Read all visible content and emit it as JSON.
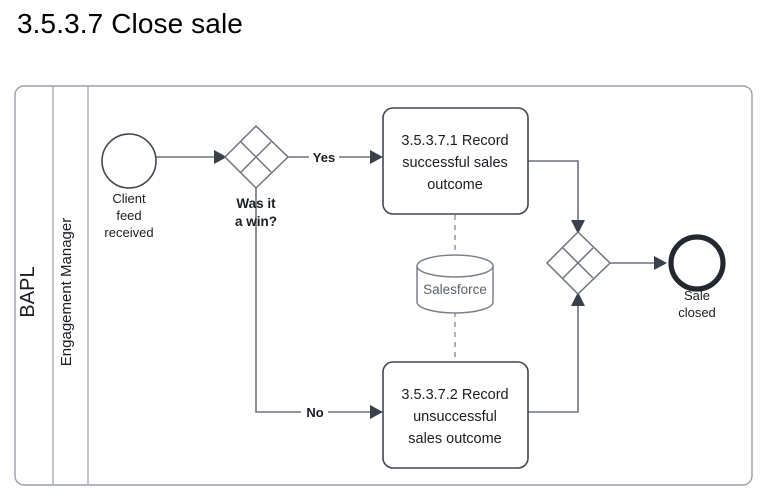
{
  "page": {
    "title": "3.5.3.7 Close sale"
  },
  "diagram": {
    "type": "bpmn-process",
    "pool": {
      "label": "BAPL",
      "lane": {
        "label": "Engagement Manager"
      }
    },
    "nodes": {
      "start_event": {
        "kind": "start-event",
        "label_line1": "Client",
        "label_line2": "feed",
        "label_line3": "received"
      },
      "decision_gateway": {
        "kind": "exclusive-gateway",
        "label_line1": "Was it",
        "label_line2": "a win?"
      },
      "task_success": {
        "kind": "task",
        "label_line1": "3.5.3.7.1 Record",
        "label_line2": "successful sales",
        "label_line3": "outcome"
      },
      "task_failure": {
        "kind": "task",
        "label_line1": "3.5.3.7.2 Record",
        "label_line2": "unsuccessful",
        "label_line3": "sales outcome"
      },
      "data_store": {
        "kind": "data-store",
        "label": "Salesforce"
      },
      "merge_gateway": {
        "kind": "exclusive-gateway",
        "label": ""
      },
      "end_event": {
        "kind": "end-event",
        "label_line1": "Sale",
        "label_line2": "closed"
      }
    },
    "flow_labels": {
      "yes": "Yes",
      "no": "No"
    },
    "colors": {
      "pool_stroke": "#9aa0a8",
      "flow_stroke": "#6d737c",
      "task_stroke": "#41474f",
      "end_event_stroke": "#23272e",
      "store_stroke": "#7d838b",
      "text": "#1a1d22",
      "background": "#ffffff"
    }
  }
}
